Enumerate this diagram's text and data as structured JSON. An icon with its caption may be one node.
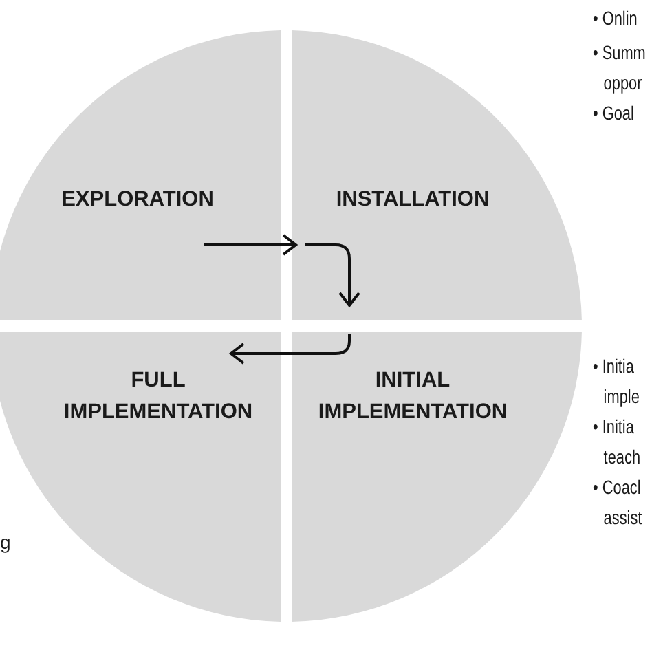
{
  "diagram": {
    "nodes": [
      {
        "text": [
          "EXPLORATION"
        ]
      },
      {
        "text": [
          "INSTALLATION"
        ]
      },
      {
        "text": [
          "FULL IMPLEMENTATION"
        ]
      },
      {
        "text": [
          "INITIAL IMPLEMENTATION"
        ]
      }
    ],
    "edges": [
      {
        "from": 0,
        "to": 1,
        "arrow": "to"
      },
      {
        "from": 1,
        "to": 3,
        "arrow": "to"
      },
      {
        "from": 3,
        "to": 2,
        "arrow": "to"
      }
    ],
    "labels": [
      "• Onlin",
      "• Summ oppor",
      "• Goal",
      "• Initia imple",
      "• Initia teach",
      "• Coacl assist",
      "g"
    ]
  }
}
